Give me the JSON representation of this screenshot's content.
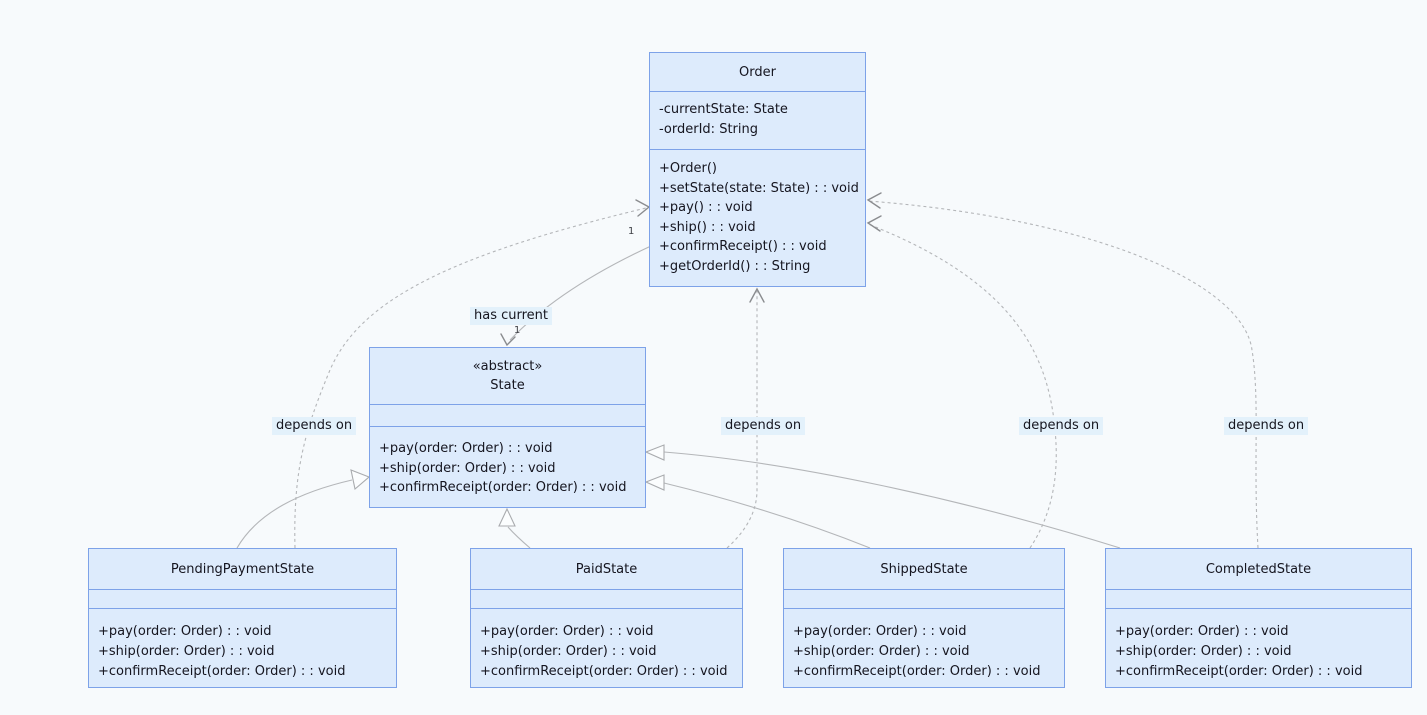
{
  "classes": {
    "order": {
      "name": "Order",
      "attributes": [
        "-currentState: State",
        "-orderId: String"
      ],
      "methods": [
        "+Order()",
        "+setState(state: State) : : void",
        "+pay() : : void",
        "+ship() : : void",
        "+confirmReceipt() : : void",
        "+getOrderId() : : String"
      ]
    },
    "state": {
      "stereotype": "«abstract»",
      "name": "State",
      "attributes": [],
      "methods": [
        "+pay(order: Order) : : void",
        "+ship(order: Order) : : void",
        "+confirmReceipt(order: Order) : : void"
      ]
    },
    "pending_payment_state": {
      "name": "PendingPaymentState",
      "attributes": [],
      "methods": [
        "+pay(order: Order) : : void",
        "+ship(order: Order) : : void",
        "+confirmReceipt(order: Order) : : void"
      ]
    },
    "paid_state": {
      "name": "PaidState",
      "attributes": [],
      "methods": [
        "+pay(order: Order) : : void",
        "+ship(order: Order) : : void",
        "+confirmReceipt(order: Order) : : void"
      ]
    },
    "shipped_state": {
      "name": "ShippedState",
      "attributes": [],
      "methods": [
        "+pay(order: Order) : : void",
        "+ship(order: Order) : : void",
        "+confirmReceipt(order: Order) : : void"
      ]
    },
    "completed_state": {
      "name": "CompletedState",
      "attributes": [],
      "methods": [
        "+pay(order: Order) : : void",
        "+ship(order: Order) : : void",
        "+confirmReceipt(order: Order) : : void"
      ]
    }
  },
  "relationships": {
    "has_current": {
      "label": "has current",
      "state_end_multiplicity": "1",
      "order_end_multiplicity": "1"
    },
    "dependencies": [
      {
        "label": "depends on"
      },
      {
        "label": "depends on"
      },
      {
        "label": "depends on"
      },
      {
        "label": "depends on"
      }
    ]
  },
  "colors": {
    "background": "#f7fafc",
    "box_fill": "#ddebfc",
    "box_border": "#7da2e8",
    "edge": "#b4b6b9",
    "arrow": "#8a8c8f",
    "label_bg": "#e3f1fb",
    "text": "#15151f"
  }
}
